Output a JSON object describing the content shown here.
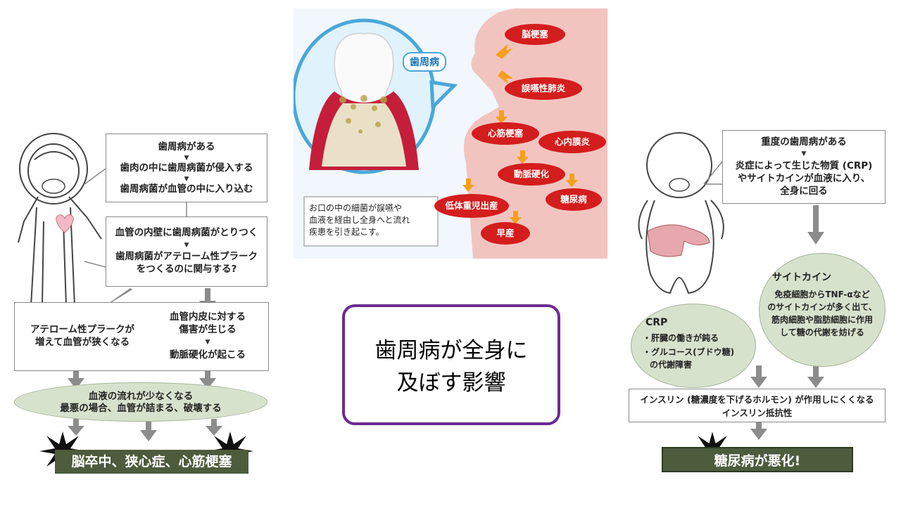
{
  "title": {
    "line1": "歯周病が全身に",
    "line2": "及ぼす影響"
  },
  "left_flow": {
    "box1": {
      "line1": "歯周病がある",
      "line2": "歯肉の中に歯周病菌が侵入する",
      "line3": "歯周病菌が血管の中に入り込む"
    },
    "box2": {
      "line1": "血管の内壁に歯周病菌がとりつく",
      "line2": "歯周病菌がアテローム性プラーク",
      "line3": "をつくるのに関与する?"
    },
    "box3_left": {
      "line1": "アテローム性プラークが",
      "line2": "増えて血管が狭くなる"
    },
    "box3_right": {
      "line1": "血管内皮に対する",
      "line2": "傷害が生じる",
      "line3": "動脈硬化が起こる"
    },
    "ellipse": {
      "line1": "血液の流れが少なくなる",
      "line2": "最悪の場合、血管が詰まる、破壊する"
    },
    "result": "脳卒中、狭心症、心筋梗塞"
  },
  "center_image": {
    "bubble_label": "歯周病",
    "caption": {
      "line1": "お口の中の細菌が誤嚥や",
      "line2": "血液を経由し全身へと流れ",
      "line3": "疾患を引き起こす。"
    },
    "diseases": [
      "脳梗塞",
      "誤嚥性肺炎",
      "心筋梗塞",
      "心内膜炎",
      "動脈硬化",
      "糖尿病",
      "低体重児出産",
      "早産"
    ]
  },
  "right_flow": {
    "box1": {
      "line1": "重度の歯周病がある",
      "line2": "炎症によって生じた物質 (CRP)",
      "line3": "やサイトカインが血液に入り、",
      "line4": "全身に回る"
    },
    "cytokine": {
      "heading": "サイトカイン",
      "line1": "免疫細胞からTNF-αなど",
      "line2": "のサイトカインが多く出て、",
      "line3": "筋肉細胞や脂肪細胞に作用",
      "line4": "して糖の代謝を妨げる"
    },
    "crp": {
      "heading": "CRP",
      "line1": "・肝臓の働きが鈍る",
      "line2": "・グルコース(ブドウ糖)",
      "line3": "の代謝障害"
    },
    "insulin": {
      "line1": "インスリン (糖濃度を下げるホルモン) が作用しにくくなる",
      "line2": "インスリン抵抗性"
    },
    "result": "糖尿病が悪化!"
  },
  "colors": {
    "title_border": "#6b2c91",
    "disease_red": "#d41d1d",
    "dark_banner": "#4c5c3d",
    "green_ellipse": "#d7e2cd",
    "body_pink": "#f2c4c0"
  }
}
